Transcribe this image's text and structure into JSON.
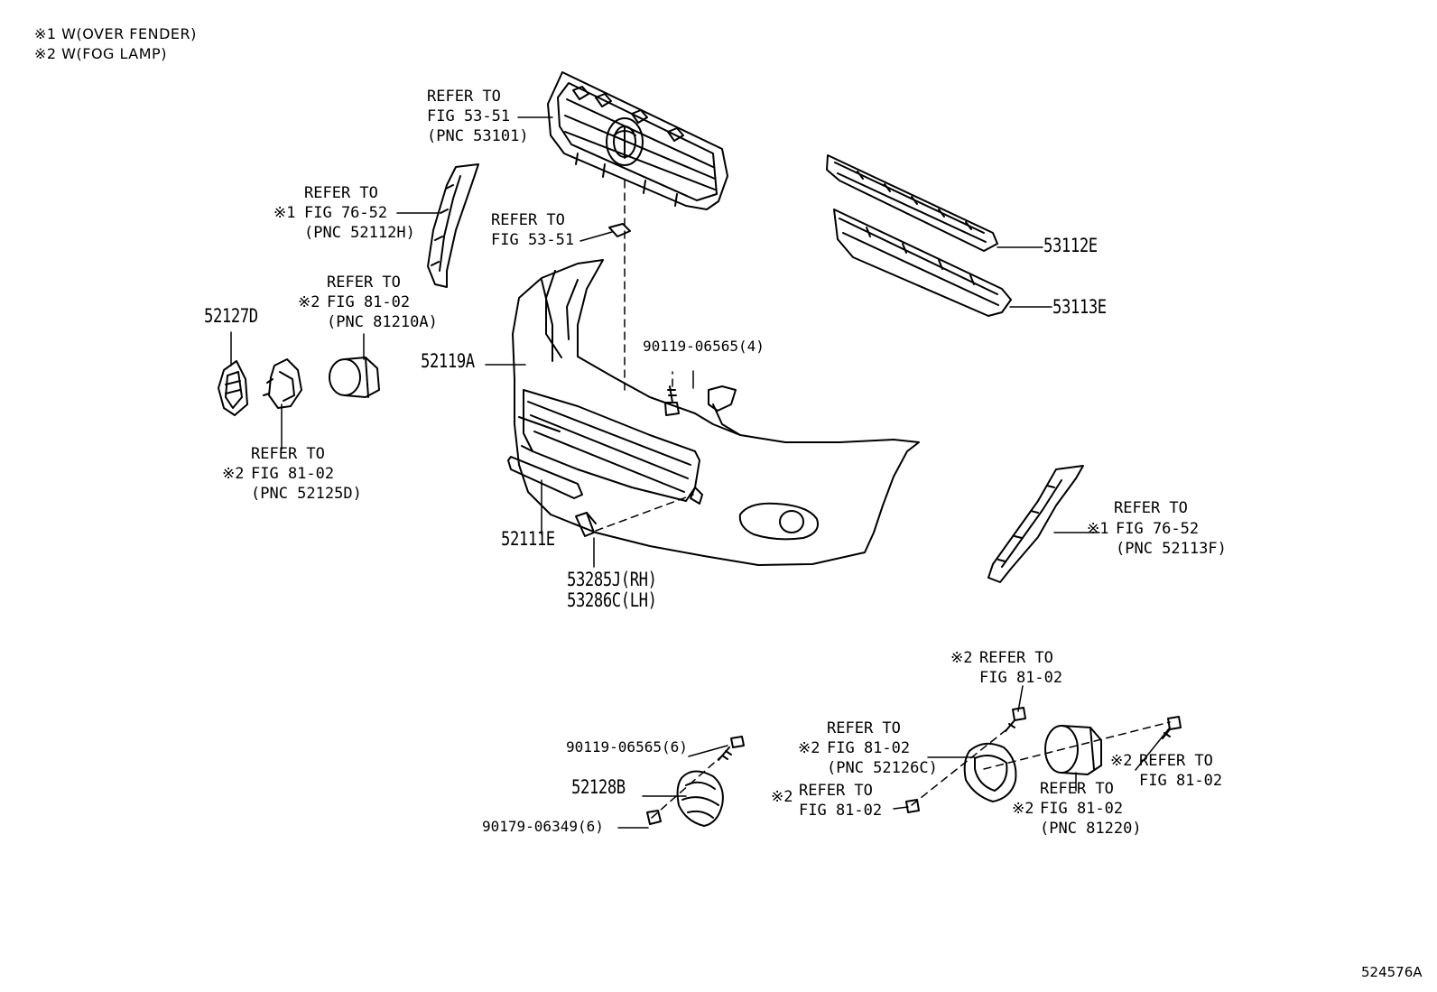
{
  "notes": [
    "※1 W(OVER FENDER)",
    "※2 W(FOG LAMP)"
  ],
  "diagram_id": "524576A",
  "callouts": {
    "grille": {
      "l1": "REFER TO",
      "l2": "FIG 53-51",
      "l3": "(PNC 53101)"
    },
    "fender_lh": {
      "mark": "※1",
      "l1": "REFER TO",
      "l2": "FIG 76-52",
      "l3": "(PNC 52112H)"
    },
    "clip": {
      "l1": "REFER TO",
      "l2": "FIG 53-51"
    },
    "fog_cover_lh": {
      "mark": "※2",
      "l1": "REFER TO",
      "l2": "FIG 81-02",
      "l3": "(PNC 81210A)"
    },
    "fog_bracket_lh": {
      "mark": "※2",
      "l1": "REFER TO",
      "l2": "FIG 81-02",
      "l3": "(PNC 52125D)"
    },
    "fender_rh": {
      "mark": "※1",
      "l1": "REFER TO",
      "l2": "FIG 76-52",
      "l3": "(PNC 52113F)"
    },
    "bolt_top": {
      "mark": "※2",
      "l1": "REFER TO",
      "l2": "FIG 81-02"
    },
    "fog_bracket_rh": {
      "mark": "※2",
      "l1": "REFER TO",
      "l2": "FIG 81-02",
      "l3": "(PNC 52126C)"
    },
    "nut_rh": {
      "mark": "※2",
      "l1": "REFER TO",
      "l2": "FIG 81-02"
    },
    "fog_lamp": {
      "mark": "※2",
      "l1": "REFER TO",
      "l2": "FIG 81-02",
      "l3": "(PNC 81220)"
    },
    "screw_rh": {
      "mark": "※2",
      "l1": "REFER TO",
      "l2": "FIG 81-02"
    }
  },
  "parts": {
    "p53112E": "53112E",
    "p53113E": "53113E",
    "p52127D": "52127D",
    "p52119A": "52119A",
    "p52111E": "52111E",
    "p53285J": "53285J(RH)",
    "p53286C": "53286C(LH)",
    "p52128B": "52128B",
    "bolt_4": "90119-06565(4)",
    "bolt_6": "90119-06565(6)",
    "nut_6": "90179-06349(6)"
  }
}
